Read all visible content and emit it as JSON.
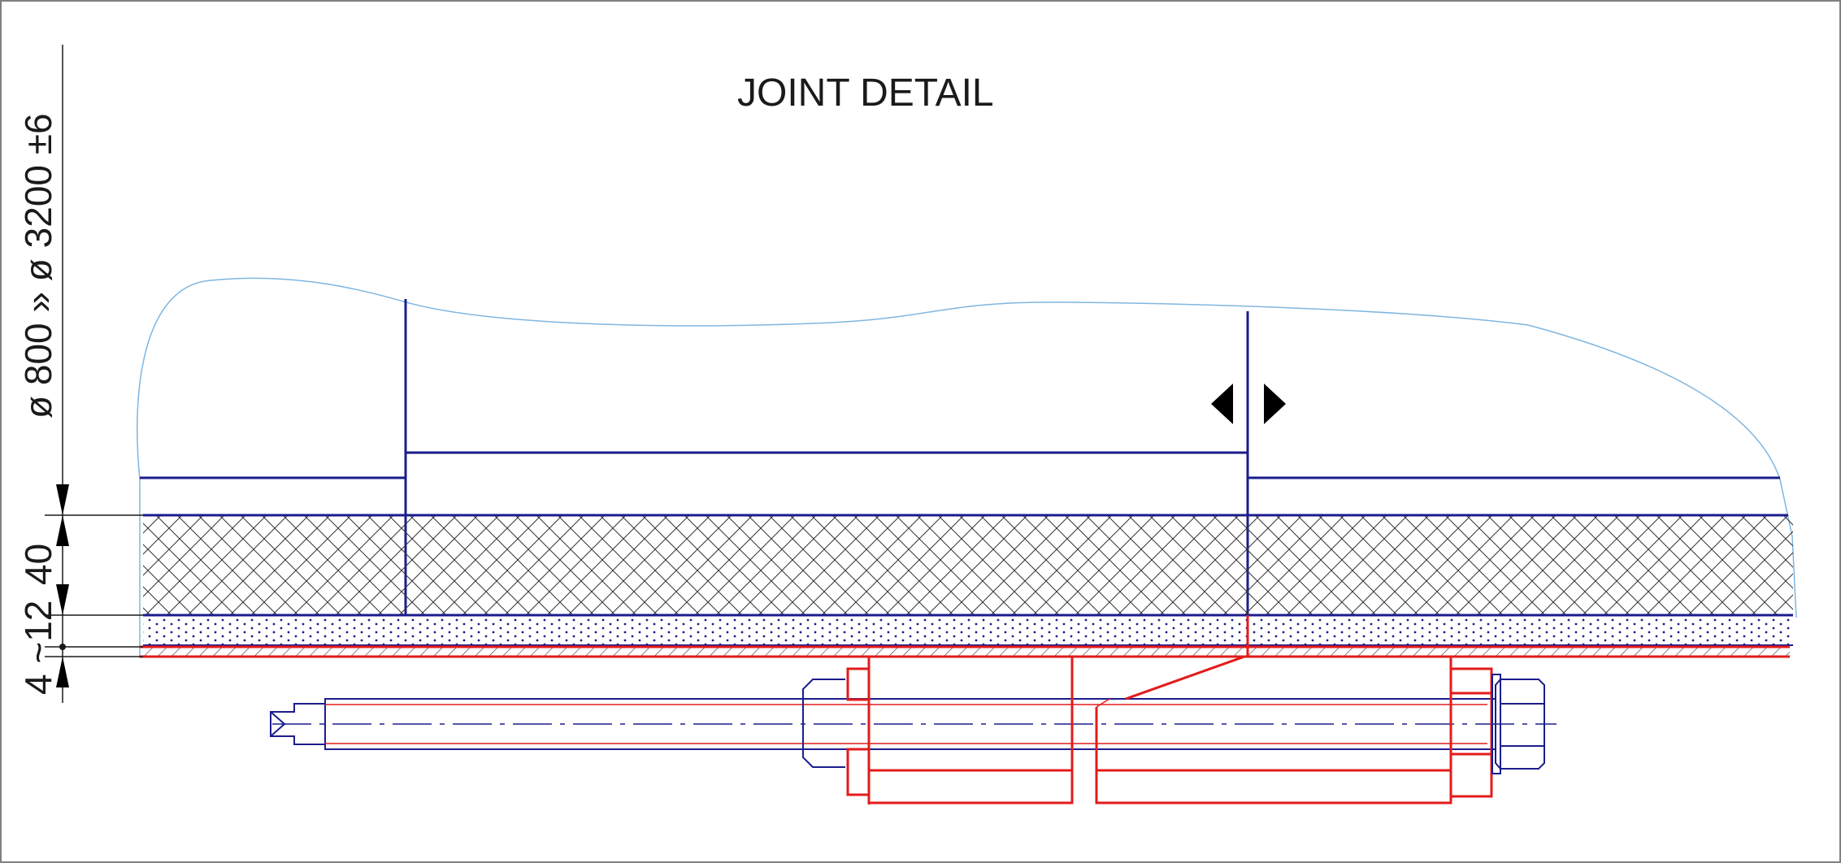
{
  "drawing": {
    "title": "JOINT DETAIL",
    "dimensions": {
      "diameter_range": "ø 800 » ø 3200 ±6",
      "thickness_layer": "40",
      "liner_thickness": "4 ~12"
    },
    "colors": {
      "structure": "#1b1d8c",
      "liner": "#e31b1b",
      "outline": "#7fb6e0",
      "dimension": "#1a1a1a"
    }
  }
}
